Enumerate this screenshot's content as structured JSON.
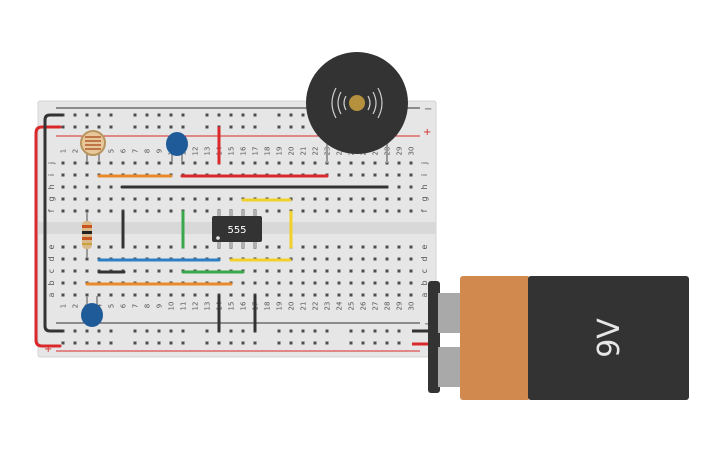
{
  "breadboard": {
    "columns": [
      "1",
      "2",
      "3",
      "4",
      "5",
      "6",
      "7",
      "8",
      "9",
      "10",
      "11",
      "12",
      "13",
      "14",
      "15",
      "16",
      "17",
      "18",
      "19",
      "20",
      "21",
      "22",
      "23",
      "24",
      "25",
      "26",
      "27",
      "28",
      "29",
      "30"
    ],
    "rows_top": [
      "j",
      "i",
      "h",
      "g",
      "f"
    ],
    "rows_bottom": [
      "e",
      "d",
      "c",
      "b",
      "a"
    ],
    "rail_plus": "+",
    "rail_minus": "−"
  },
  "ic": {
    "label": "555"
  },
  "battery": {
    "label": "9V",
    "terminal_plus": "+",
    "terminal_minus": "−"
  },
  "colors": {
    "wire_red": "#d9292b",
    "wire_black": "#333333",
    "wire_orange": "#e8892a",
    "wire_blue": "#2d7fc4",
    "wire_green": "#3aa84a",
    "wire_yellow": "#f2d02b",
    "capacitor_blue": "#1f5a99",
    "battery_copper": "#d2894e",
    "battery_body": "#333333",
    "buzzer_body": "#333333",
    "buzzer_center": "#b5913e"
  }
}
